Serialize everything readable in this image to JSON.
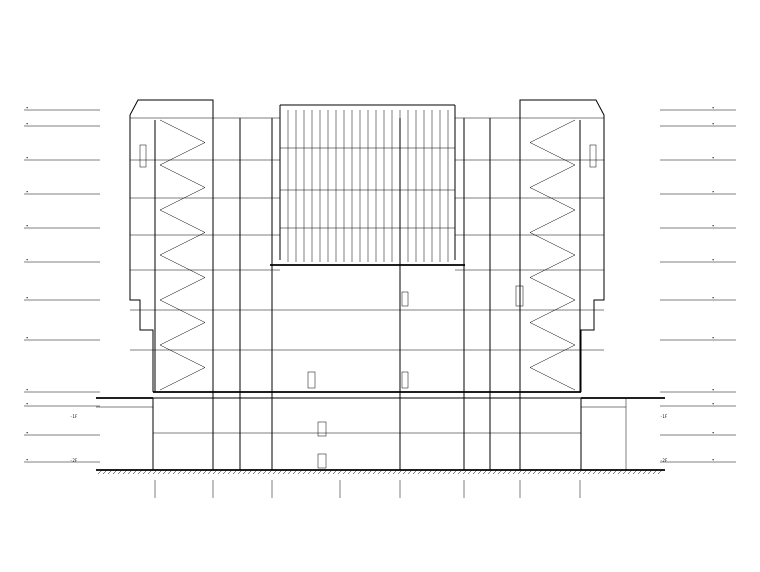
{
  "drawing": {
    "type": "building cross-section",
    "level_marks_left": [
      "-",
      "-",
      "-",
      "-",
      "-",
      "-",
      "-",
      "-",
      "-",
      "-",
      "-",
      "-"
    ],
    "level_marks_right": [
      "-",
      "-",
      "-",
      "-",
      "-",
      "-",
      "-",
      "-",
      "-",
      "-",
      "-",
      "-"
    ],
    "basement_tag_left_1": "-1F",
    "basement_tag_left_2": "-2F",
    "basement_tag_right_1": "-1F",
    "basement_tag_right_2": "-2F"
  }
}
